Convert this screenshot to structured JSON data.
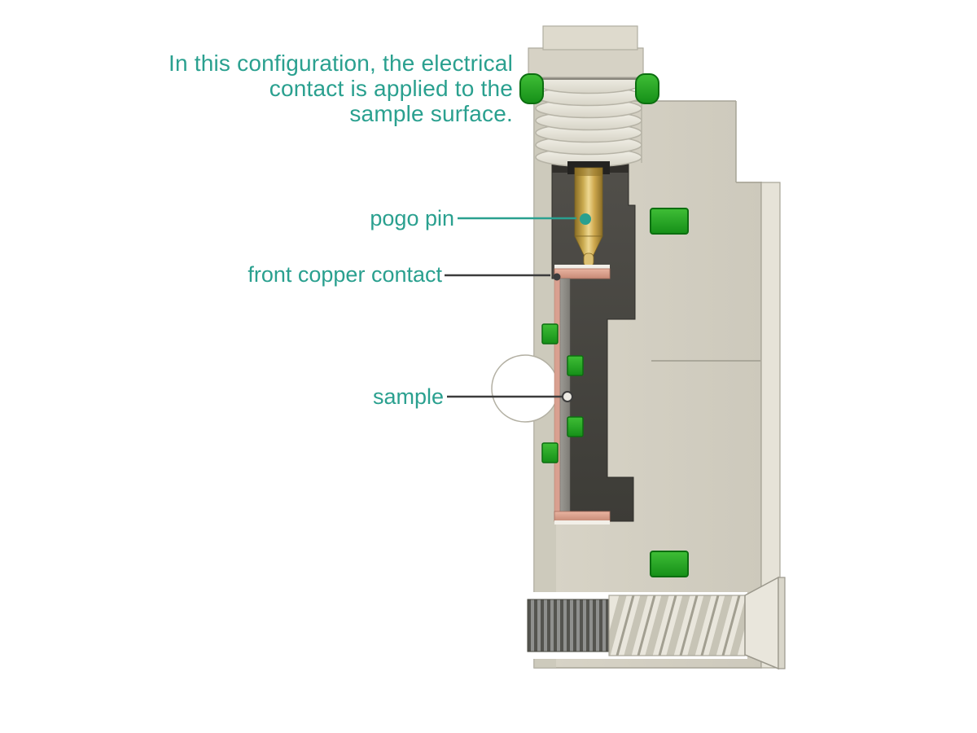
{
  "caption": {
    "lines": [
      "In this configuration, the electrical",
      "contact is applied to the",
      "sample surface."
    ]
  },
  "labels": {
    "pogo_pin": "pogo pin",
    "front_copper_contact": "front copper contact",
    "sample": "sample"
  },
  "colors": {
    "accent_teal": "#2aa08f",
    "body_cream": "#d4d0c3",
    "cavity_dark": "#44433e",
    "seal_green": "#22a122",
    "pin_brass": "#c9a94e",
    "copper": "#d9a090",
    "sample_gray": "#8c8a84"
  }
}
